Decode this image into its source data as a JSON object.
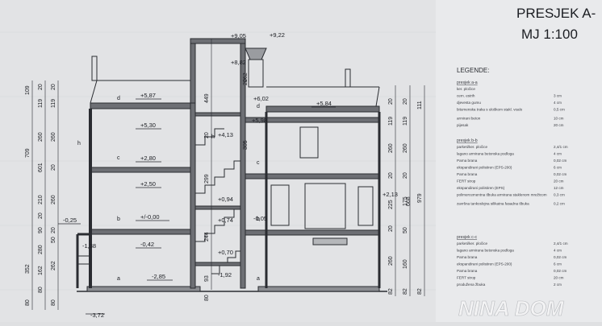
{
  "title": {
    "name": "PRESJEK A-",
    "scale": "MJ 1:100"
  },
  "legend": {
    "heading": "LEGENDE:",
    "sections": [
      {
        "title": "presjek a-a",
        "items": [
          {
            "label": "ker. pločice",
            "value": ""
          },
          {
            "label": "cem. estrih",
            "value": "3 cm"
          },
          {
            "label": "djevesta gumu",
            "value": "4 cm"
          },
          {
            "label": "bitumenska traka s uloškom stakl. voalo",
            "value": "0,5 cm"
          },
          {
            "label": "armirani beton",
            "value": "10 cm"
          },
          {
            "label": "pijesak",
            "value": "20 cm"
          }
        ]
      },
      {
        "title": "presjek b-b",
        "items": [
          {
            "label": "parketi/ker. pločice",
            "value": "2,4/1 cm"
          },
          {
            "label": "lagano armirana betonska podloga",
            "value": "4 cm"
          },
          {
            "label": "Parna brana",
            "value": "0,02 cm"
          },
          {
            "label": "ekspandirani polistiren (EPS-200)",
            "value": "6 cm"
          },
          {
            "label": "Parna brana",
            "value": "0,02 cm"
          },
          {
            "label": "FERT strop",
            "value": "20 cm"
          },
          {
            "label": "ekspandirani polistiren (EPS)",
            "value": "12 cm"
          },
          {
            "label": "polimercementna tlbuka armirana staklenom mrežicom",
            "value": "0,3 cm"
          },
          {
            "label": "završna tankoslojna silikatna fasadna tlbuka",
            "value": "0,2 cm"
          }
        ]
      },
      {
        "title": "presjek c-c",
        "items": [
          {
            "label": "parketi/ker. pločice",
            "value": "2,4/1 cm"
          },
          {
            "label": "lagano armirana betonska podloga",
            "value": "4 cm"
          },
          {
            "label": "Parna brana",
            "value": "0,02 cm"
          },
          {
            "label": "ekspandirani polistiren (EPS-200)",
            "value": "6 cm"
          },
          {
            "label": "Parna brana",
            "value": "0,02 cm"
          },
          {
            "label": "FERT strop",
            "value": "20 cm"
          },
          {
            "label": "produžena žbuka",
            "value": "2 cm"
          }
        ]
      }
    ]
  },
  "levels": {
    "top1": "+9,05",
    "top2": "+9,22",
    "top3": "+8,82",
    "l587": "+5,87",
    "l584": "+5,84",
    "l602": "+6,02",
    "l530": "+5,30",
    "l413": "+4,13",
    "l280": "+2,80",
    "l250": "+2,50",
    "l213": "+2,13",
    "l094": "+0,94",
    "l000": "+/-0,00",
    "l074": "+0,74",
    "m005": "-0,05",
    "m025": "-0,25",
    "m042": "-0,42",
    "m138": "-1,38",
    "l070": "+0,70",
    "m285": "-2,85",
    "m192": "-1,92",
    "m372": "-3,72",
    "l598": "+5,98"
  },
  "dims": {
    "left_outer": [
      "109",
      "709",
      "601",
      "352"
    ],
    "left_mid": [
      "20",
      "119",
      "260",
      "210",
      "20",
      "90",
      "280",
      "162",
      "80",
      "80"
    ],
    "left_inner": [
      "20",
      "119",
      "260",
      "20",
      "260",
      "20",
      "50",
      "262",
      "80"
    ],
    "center": [
      "449",
      "20",
      "299",
      "244",
      "93",
      "80",
      "20",
      "305",
      "262"
    ],
    "right_inner": [
      "20",
      "119",
      "260",
      "20",
      "225",
      "20",
      "260",
      "82"
    ],
    "right_mid": [
      "20",
      "119",
      "260",
      "20",
      "175",
      "50",
      "160",
      "82"
    ],
    "right_outer": [
      "111",
      "979",
      "668",
      "82"
    ]
  },
  "section_marks": [
    "a",
    "b",
    "c",
    "d",
    "h",
    "h",
    "a",
    "b",
    "c",
    "d"
  ],
  "watermark": "NINA DOM"
}
